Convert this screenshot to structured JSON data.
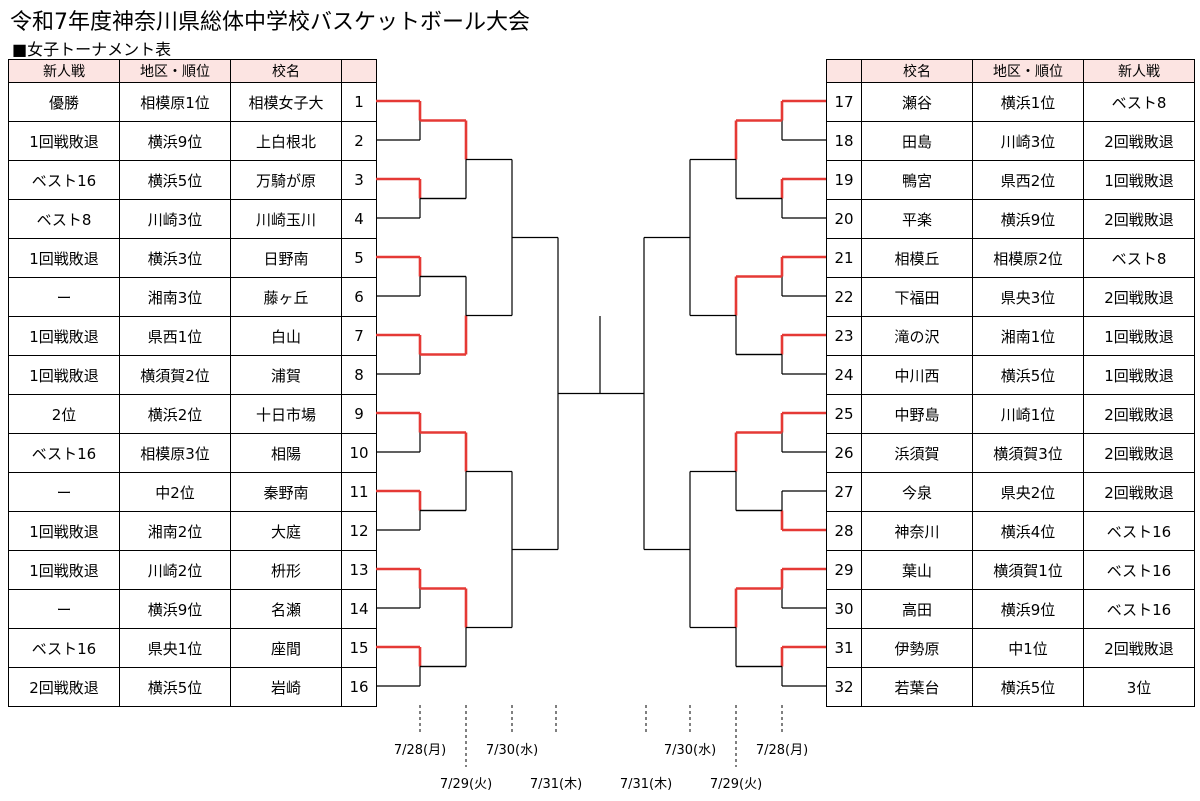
{
  "title": "令和7年度神奈川県総体中学校バスケットボール大会",
  "subtitle": "■女子トーナメント表",
  "colors": {
    "winner_line": "#e53935",
    "loser_line": "#000000",
    "header_bg": "#fce4e2"
  },
  "headers": {
    "record": "新人戦",
    "region": "地区・順位",
    "school": "校名"
  },
  "left_teams": [
    {
      "no": "1",
      "school": "相模女子大",
      "region": "相模原1位",
      "record": "優勝"
    },
    {
      "no": "2",
      "school": "上白根北",
      "region": "横浜9位",
      "record": "1回戦敗退"
    },
    {
      "no": "3",
      "school": "万騎が原",
      "region": "横浜5位",
      "record": "ベスト16"
    },
    {
      "no": "4",
      "school": "川崎玉川",
      "region": "川崎3位",
      "record": "ベスト8"
    },
    {
      "no": "5",
      "school": "日野南",
      "region": "横浜3位",
      "record": "1回戦敗退"
    },
    {
      "no": "6",
      "school": "藤ヶ丘",
      "region": "湘南3位",
      "record": "ー"
    },
    {
      "no": "7",
      "school": "白山",
      "region": "県西1位",
      "record": "1回戦敗退"
    },
    {
      "no": "8",
      "school": "浦賀",
      "region": "横須賀2位",
      "record": "1回戦敗退"
    },
    {
      "no": "9",
      "school": "十日市場",
      "region": "横浜2位",
      "record": "2位"
    },
    {
      "no": "10",
      "school": "相陽",
      "region": "相模原3位",
      "record": "ベスト16"
    },
    {
      "no": "11",
      "school": "秦野南",
      "region": "中2位",
      "record": "ー"
    },
    {
      "no": "12",
      "school": "大庭",
      "region": "湘南2位",
      "record": "1回戦敗退"
    },
    {
      "no": "13",
      "school": "枡形",
      "region": "川崎2位",
      "record": "1回戦敗退"
    },
    {
      "no": "14",
      "school": "名瀬",
      "region": "横浜9位",
      "record": "ー"
    },
    {
      "no": "15",
      "school": "座間",
      "region": "県央1位",
      "record": "ベスト16"
    },
    {
      "no": "16",
      "school": "岩崎",
      "region": "横浜5位",
      "record": "2回戦敗退"
    }
  ],
  "right_teams": [
    {
      "no": "17",
      "school": "瀬谷",
      "region": "横浜1位",
      "record": "ベスト8"
    },
    {
      "no": "18",
      "school": "田島",
      "region": "川崎3位",
      "record": "2回戦敗退"
    },
    {
      "no": "19",
      "school": "鴨宮",
      "region": "県西2位",
      "record": "1回戦敗退"
    },
    {
      "no": "20",
      "school": "平楽",
      "region": "横浜9位",
      "record": "2回戦敗退"
    },
    {
      "no": "21",
      "school": "相模丘",
      "region": "相模原2位",
      "record": "ベスト8"
    },
    {
      "no": "22",
      "school": "下福田",
      "region": "県央3位",
      "record": "2回戦敗退"
    },
    {
      "no": "23",
      "school": "滝の沢",
      "region": "湘南1位",
      "record": "1回戦敗退"
    },
    {
      "no": "24",
      "school": "中川西",
      "region": "横浜5位",
      "record": "1回戦敗退"
    },
    {
      "no": "25",
      "school": "中野島",
      "region": "川崎1位",
      "record": "2回戦敗退"
    },
    {
      "no": "26",
      "school": "浜須賀",
      "region": "横須賀3位",
      "record": "2回戦敗退"
    },
    {
      "no": "27",
      "school": "今泉",
      "region": "県央2位",
      "record": "2回戦敗退"
    },
    {
      "no": "28",
      "school": "神奈川",
      "region": "横浜4位",
      "record": "ベスト16"
    },
    {
      "no": "29",
      "school": "葉山",
      "region": "横須賀1位",
      "record": "ベスト16"
    },
    {
      "no": "30",
      "school": "高田",
      "region": "横浜9位",
      "record": "ベスト16"
    },
    {
      "no": "31",
      "school": "伊勢原",
      "region": "中1位",
      "record": "2回戦敗退"
    },
    {
      "no": "32",
      "school": "若葉台",
      "region": "横浜5位",
      "record": "3位"
    }
  ],
  "bracket": {
    "left_r1": [
      {
        "top": "76",
        "bottom": "44",
        "winner": "top"
      },
      {
        "top": "54",
        "bottom": "46",
        "winner": "top"
      },
      {
        "top": "60",
        "bottom": "45",
        "winner": "top"
      },
      {
        "top": "47",
        "bottom": "40",
        "winner": "top"
      },
      {
        "top": "63",
        "bottom": "33",
        "winner": "top"
      },
      {
        "top": "41",
        "bottom": "40",
        "winner": "top"
      },
      {
        "top": "61",
        "bottom": "29",
        "winner": "top"
      },
      {
        "top": "52",
        "bottom": "35",
        "winner": "top"
      }
    ],
    "left_r2": [
      {
        "top": "73",
        "bottom": "38",
        "winner": "top"
      },
      {
        "top": "65",
        "bottom": "77",
        "winner": "bottom"
      },
      {
        "top": "60",
        "bottom": "39",
        "winner": "top"
      },
      {
        "top": "62",
        "bottom": "60",
        "winner": "top"
      }
    ],
    "right_r1": [
      {
        "top": "83",
        "bottom": "43",
        "winner": "top"
      },
      {
        "top": "48",
        "bottom": "44",
        "winner": "top"
      },
      {
        "top": "50",
        "bottom": "39",
        "winner": "top"
      },
      {
        "top": "49",
        "bottom": "48",
        "winner": "top"
      },
      {
        "top": "63",
        "bottom": "47",
        "winner": "top"
      },
      {
        "top": "39",
        "bottom": "48",
        "winner": "bottom"
      },
      {
        "top": "59",
        "bottom": "43",
        "winner": "top"
      },
      {
        "top": "43",
        "bottom": "38",
        "winner": "top"
      }
    ],
    "right_r2": [
      {
        "top": "57",
        "bottom": "35",
        "winner": "top"
      },
      {
        "top": "62",
        "bottom": "45",
        "winner": "top"
      },
      {
        "top": "53",
        "bottom": "49",
        "winner": "top"
      },
      {
        "top": "48",
        "bottom": "27",
        "winner": "top"
      }
    ]
  },
  "dates": {
    "left_r1": "7/28(月)",
    "left_r2": "7/29(火)",
    "left_r3": "7/30(水)",
    "left_r4": "7/31(木)",
    "right_r4": "7/31(木)",
    "right_r3": "7/30(水)",
    "right_r2": "7/29(火)",
    "right_r1": "7/28(月)"
  }
}
